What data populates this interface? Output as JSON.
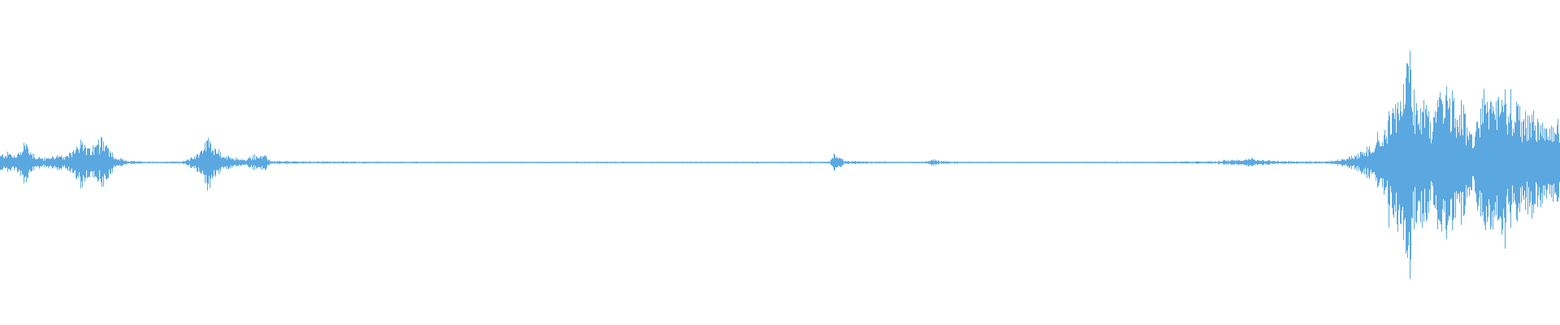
{
  "waveform": {
    "color": "#5BA8E0",
    "background": "#ffffff",
    "amplitude_envelope": [
      [
        0.0,
        0.06
      ],
      [
        0.006,
        0.08
      ],
      [
        0.01,
        0.05
      ],
      [
        0.014,
        0.14
      ],
      [
        0.016,
        0.18
      ],
      [
        0.019,
        0.1
      ],
      [
        0.023,
        0.05
      ],
      [
        0.028,
        0.03
      ],
      [
        0.033,
        0.05
      ],
      [
        0.037,
        0.06
      ],
      [
        0.042,
        0.04
      ],
      [
        0.047,
        0.12
      ],
      [
        0.05,
        0.2
      ],
      [
        0.053,
        0.16
      ],
      [
        0.057,
        0.1
      ],
      [
        0.062,
        0.14
      ],
      [
        0.066,
        0.22
      ],
      [
        0.069,
        0.12
      ],
      [
        0.073,
        0.04
      ],
      [
        0.077,
        0.03
      ],
      [
        0.08,
        0.015
      ],
      [
        0.09,
        0.008
      ],
      [
        0.105,
        0.006
      ],
      [
        0.118,
        0.01
      ],
      [
        0.124,
        0.05
      ],
      [
        0.128,
        0.09
      ],
      [
        0.134,
        0.22
      ],
      [
        0.138,
        0.12
      ],
      [
        0.143,
        0.05
      ],
      [
        0.15,
        0.04
      ],
      [
        0.157,
        0.02
      ],
      [
        0.163,
        0.06
      ],
      [
        0.17,
        0.05
      ],
      [
        0.174,
        0.01
      ],
      [
        0.2,
        0.008
      ],
      [
        0.25,
        0.006
      ],
      [
        0.3,
        0.005
      ],
      [
        0.35,
        0.005
      ],
      [
        0.39,
        0.006
      ],
      [
        0.42,
        0.005
      ],
      [
        0.47,
        0.005
      ],
      [
        0.52,
        0.006
      ],
      [
        0.532,
        0.007
      ],
      [
        0.535,
        0.08
      ],
      [
        0.538,
        0.05
      ],
      [
        0.542,
        0.01
      ],
      [
        0.58,
        0.005
      ],
      [
        0.594,
        0.008
      ],
      [
        0.598,
        0.025
      ],
      [
        0.603,
        0.012
      ],
      [
        0.62,
        0.004
      ],
      [
        0.7,
        0.005
      ],
      [
        0.75,
        0.006
      ],
      [
        0.78,
        0.01
      ],
      [
        0.79,
        0.02
      ],
      [
        0.8,
        0.03
      ],
      [
        0.812,
        0.02
      ],
      [
        0.822,
        0.01
      ],
      [
        0.835,
        0.008
      ],
      [
        0.85,
        0.01
      ],
      [
        0.862,
        0.03
      ],
      [
        0.872,
        0.07
      ],
      [
        0.882,
        0.18
      ],
      [
        0.888,
        0.3
      ],
      [
        0.893,
        0.46
      ],
      [
        0.898,
        0.56
      ],
      [
        0.903,
        0.78
      ],
      [
        0.908,
        0.4
      ],
      [
        0.913,
        0.58
      ],
      [
        0.918,
        0.32
      ],
      [
        0.922,
        0.44
      ],
      [
        0.926,
        0.7
      ],
      [
        0.93,
        0.58
      ],
      [
        0.934,
        0.4
      ],
      [
        0.938,
        0.5
      ],
      [
        0.942,
        0.3
      ],
      [
        0.945,
        0.16
      ],
      [
        0.949,
        0.44
      ],
      [
        0.953,
        0.56
      ],
      [
        0.958,
        0.52
      ],
      [
        0.963,
        0.58
      ],
      [
        0.968,
        0.48
      ],
      [
        0.973,
        0.46
      ],
      [
        0.978,
        0.38
      ],
      [
        0.983,
        0.4
      ],
      [
        0.988,
        0.32
      ],
      [
        0.993,
        0.3
      ],
      [
        0.997,
        0.34
      ],
      [
        1.0,
        0.3
      ]
    ]
  }
}
